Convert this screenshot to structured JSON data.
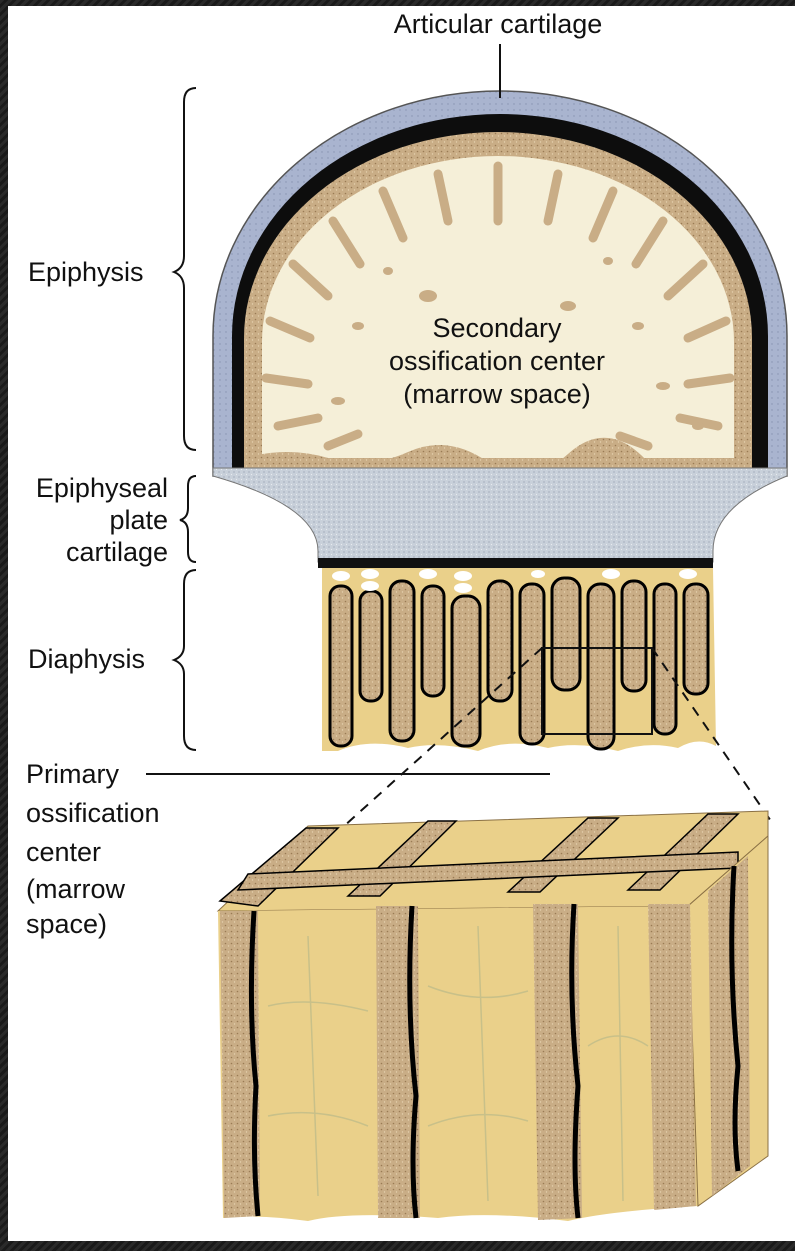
{
  "labels": {
    "articular_cartilage": "Articular cartilage",
    "epiphysis": "Epiphysis",
    "secondary_line1": "Secondary",
    "secondary_line2": "ossification center",
    "secondary_line3": "(marrow space)",
    "plate_line1": "Epiphyseal",
    "plate_line2": "plate",
    "plate_line3": "cartilage",
    "diaphysis": "Diaphysis",
    "primary_line1": "Primary",
    "primary_line2": "ossification",
    "primary_line3": "center",
    "primary_line4": "(marrow",
    "primary_line5": "space)"
  },
  "colors": {
    "cartilage": "#a9b4cf",
    "bone": "#c9ad86",
    "marrow": "#f5efd8",
    "shaft": "#ead08a",
    "plate": "#c2ccd8",
    "ink": "#111111"
  }
}
